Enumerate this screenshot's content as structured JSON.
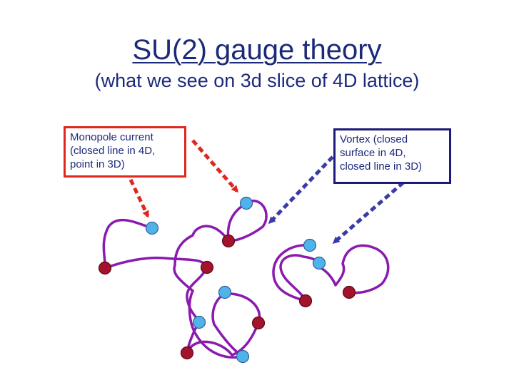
{
  "title": "SU(2) gauge theory",
  "subtitle": "(what we see on 3d slice of 4D lattice)",
  "monopole_box": {
    "lines": [
      "Monopole current",
      "(closed line in 4D,",
      "point in 3D)"
    ]
  },
  "vortex_box": {
    "lines": [
      "Vortex (closed",
      "surface in 4D,",
      "closed line in 3D)"
    ]
  },
  "colors": {
    "text": "#1c2a7a",
    "monopole_border": "#e0261f",
    "vortex_border": "#1c1a7a",
    "monopole_arrow": "#e0261f",
    "vortex_arrow": "#3a3aa8",
    "vortex_line": "#8a1ab0",
    "light_point": "#4fb3ea",
    "dark_point": "#a3132b"
  }
}
